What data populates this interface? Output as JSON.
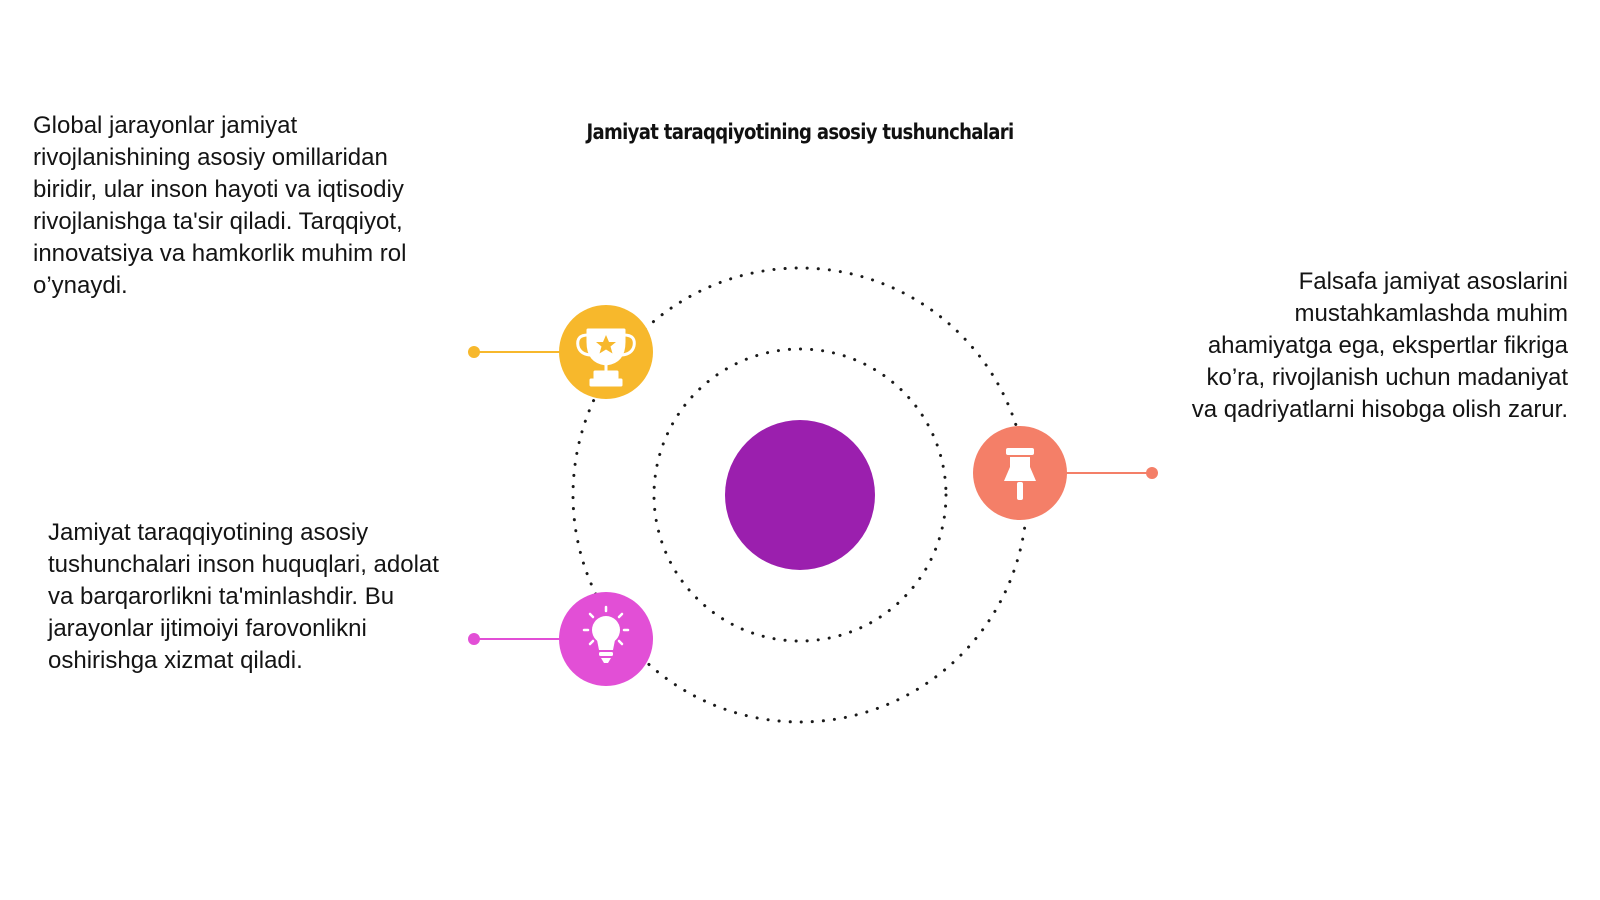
{
  "title": "Jamiyat taraqqiyotining asosiy tushunchalari",
  "colors": {
    "center": "#9B1FAE",
    "trophy": "#F7B82C",
    "pin": "#F47F68",
    "bulb": "#E24FD6",
    "orbit": "#1a1a1a"
  },
  "nodes": [
    {
      "id": "trophy",
      "icon": "trophy-icon",
      "text": "Global jarayonlar jamiyat rivojlanishining asosiy omillaridan biridir, ular inson hayoti va iqtisodiy rivojlanishga ta'sir qiladi. Tarqqiyot, innovatsiya va hamkorlik muhim rol o’ynaydi."
    },
    {
      "id": "bulb",
      "icon": "lightbulb-icon",
      "text": "Jamiyat taraqqiyotining asosiy tushunchalari inson huquqlari, adolat va barqarorlikni ta'minlashdir. Bu jarayonlar ijtimoiyi farovonlikni oshirishga xizmat qiladi."
    },
    {
      "id": "pin",
      "icon": "pushpin-icon",
      "text": "Falsafa jamiyat asoslarini mustahkamlashda muhim ahamiyatga ega, ekspertlar fikriga ko’ra, rivojlanish uchun madaniyat va qadriyatlarni hisobga olish zarur."
    }
  ]
}
